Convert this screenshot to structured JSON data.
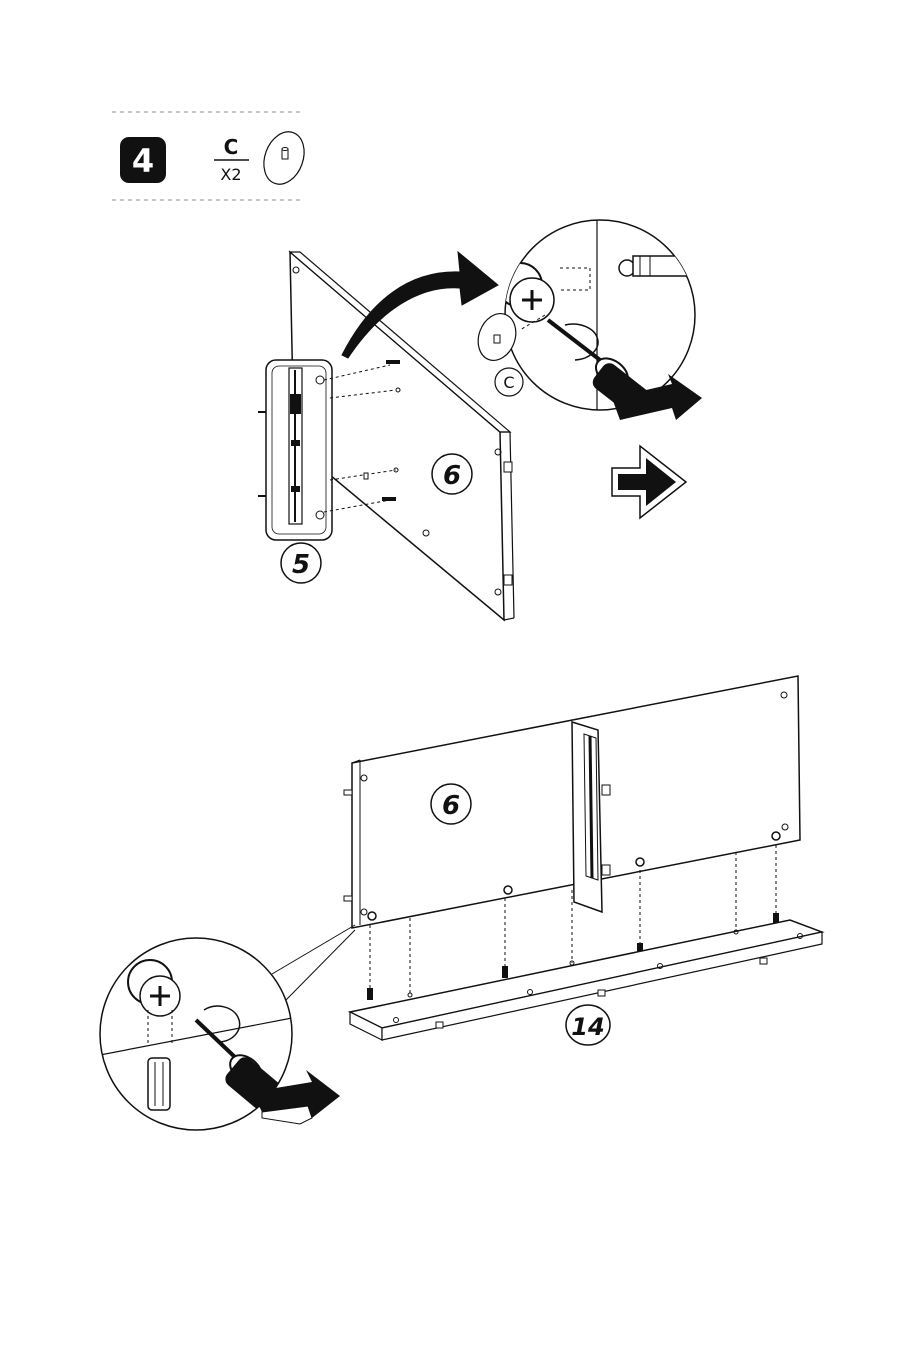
{
  "step": {
    "number": "4"
  },
  "parts": {
    "letter": "C",
    "quantity": "X2"
  },
  "callouts": {
    "top_part_letter": "C",
    "top_panel_a": "5",
    "top_panel_b": "6",
    "bottom_panel": "6",
    "bottom_base": "14"
  },
  "colors": {
    "ink": "#111111",
    "background": "#ffffff",
    "grey": "#777777"
  },
  "icons": [
    "cam-lock-disc-icon",
    "screwdriver-icon",
    "push-arrow-icon",
    "curved-arrow-icon",
    "next-step-arrow-icon"
  ]
}
